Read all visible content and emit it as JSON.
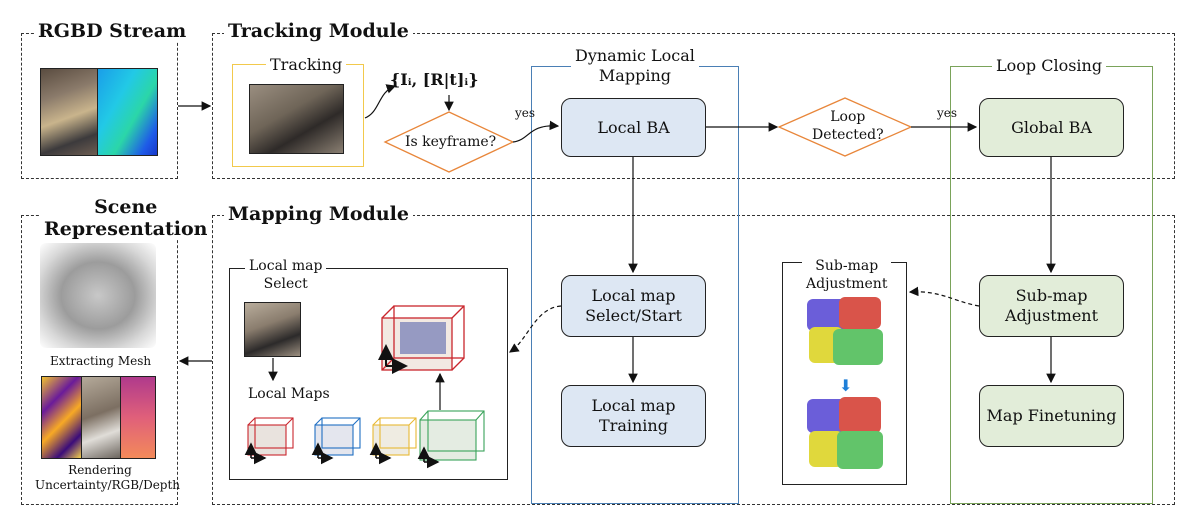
{
  "sections": {
    "rgbd_stream": "RGBD Stream",
    "tracking_module": "Tracking Module",
    "mapping_module": "Mapping Module",
    "scene_representation_line1": "Scene",
    "scene_representation_line2": "Representation"
  },
  "tracking": {
    "title": "Tracking",
    "pose_formula": "{Iᵢ, [R|t]ᵢ}",
    "decision": "Is keyframe?",
    "yes_label": "yes"
  },
  "dynamic_local_mapping": {
    "title_line1": "Dynamic Local",
    "title_line2": "Mapping",
    "local_ba": "Local BA",
    "local_map_select_line1": "Local map",
    "local_map_select_line2": "Select/Start",
    "local_map_training_line1": "Local map",
    "local_map_training_line2": "Training"
  },
  "loop": {
    "decision_line1": "Loop",
    "decision_line2": "Detected?",
    "yes_label": "yes",
    "title": "Loop Closing",
    "global_ba": "Global BA",
    "submap_adjustment_line1": "Sub-map",
    "submap_adjustment_line2": "Adjustment",
    "map_finetuning": "Map Finetuning"
  },
  "local_map_select_panel": {
    "title_line1": "Local map",
    "title_line2": "Select",
    "local_maps": "Local Maps"
  },
  "submap_panel": {
    "title_line1": "Sub-map",
    "title_line2": "Adjustment"
  },
  "scene_panel": {
    "extracting_mesh": "Extracting Mesh",
    "rendering": "Rendering",
    "rendering_detail": "Uncertainty/RGB/Depth"
  },
  "colors": {
    "tracking_border": "#f2c94c",
    "dynamic_border": "#4a7fb5",
    "loop_border": "#7aa35a",
    "decision_border": "#e8863a",
    "blue_fill": "#dde7f3",
    "green_fill": "#e2edd9"
  }
}
